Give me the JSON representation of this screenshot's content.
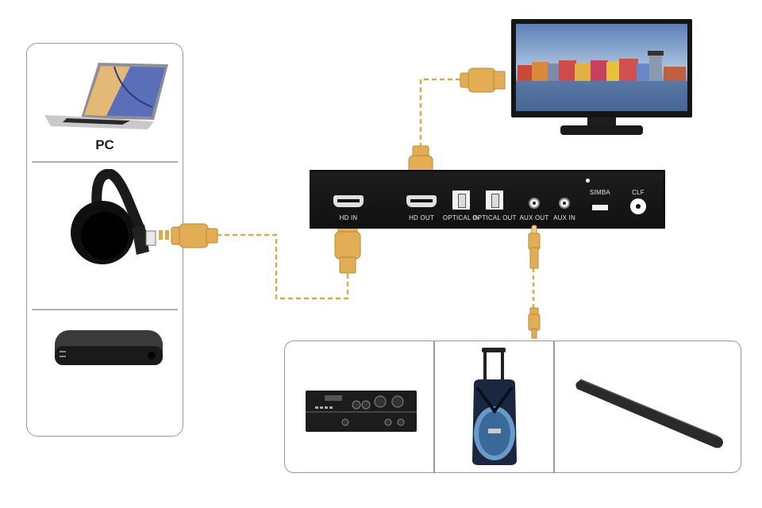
{
  "diagram": {
    "title": "HDMI audio extractor connection diagram",
    "colors": {
      "cable": "#d9a94c",
      "connector_fill": "#e3ad55",
      "connector_stroke": "#b98a34",
      "device_body": "#161616",
      "panel_border": "#9a9a9a"
    },
    "sources": [
      {
        "id": "pc",
        "label": "PC",
        "icon": "laptop-icon"
      },
      {
        "id": "streaming-stick",
        "label": "",
        "icon": "chromecast-icon"
      },
      {
        "id": "set-top-box",
        "label": "",
        "icon": "set-top-box-icon"
      }
    ],
    "device": {
      "ports": [
        {
          "id": "hd-in",
          "label": "HD IN",
          "type": "hdmi"
        },
        {
          "id": "hd-out",
          "label": "HD OUT",
          "type": "hdmi"
        },
        {
          "id": "optical-in",
          "label": "OPTICAL IN",
          "type": "optical"
        },
        {
          "id": "optical-out",
          "label": "OPTICAL OUT",
          "type": "optical"
        },
        {
          "id": "aux-out",
          "label": "AUX OUT",
          "type": "aux"
        },
        {
          "id": "aux-in",
          "label": "AUX IN",
          "type": "aux"
        },
        {
          "id": "usb",
          "label": "SIMBA",
          "type": "usb"
        },
        {
          "id": "dc",
          "label": "CLF",
          "type": "dc"
        }
      ]
    },
    "display": {
      "icon": "tv-icon"
    },
    "outputs": [
      {
        "id": "amplifier",
        "icon": "amplifier-icon"
      },
      {
        "id": "party-speaker",
        "icon": "trolley-speaker-icon"
      },
      {
        "id": "soundbar",
        "icon": "soundbar-icon"
      }
    ],
    "connections": [
      {
        "from": "streaming-stick",
        "to": "hd-in",
        "cable": "HDMI"
      },
      {
        "from": "hd-out",
        "to": "tv",
        "cable": "HDMI"
      },
      {
        "from": "aux-out",
        "to": "outputs",
        "cable": "3.5mm AUX"
      }
    ]
  }
}
